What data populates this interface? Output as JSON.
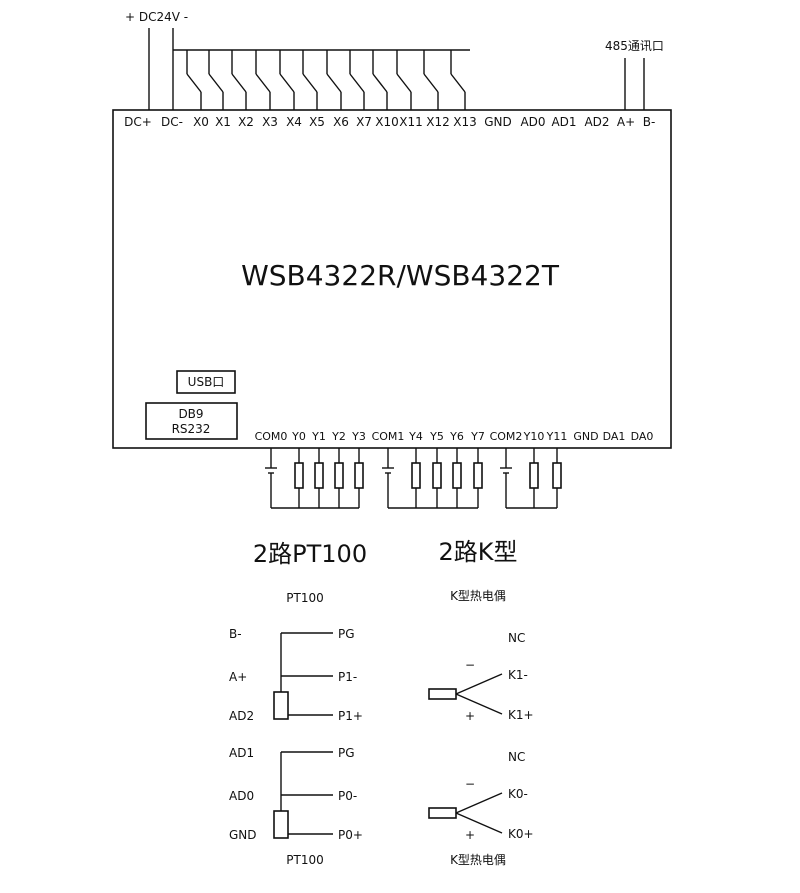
{
  "power": {
    "label": "+ DC24V -"
  },
  "comm": {
    "label": "485通讯口"
  },
  "top_terminals": [
    "DC+",
    "DC-",
    "X0",
    "X1",
    "X2",
    "X3",
    "X4",
    "X5",
    "X6",
    "X7",
    "X10",
    "X11",
    "X12",
    "X13",
    "GND",
    "AD0",
    "AD1",
    "AD2",
    "A+",
    "B-"
  ],
  "model": "WSB4322R/WSB4322T",
  "usb_label": "USB口",
  "db9": {
    "line1": "DB9",
    "line2": "RS232"
  },
  "bottom_terminals": [
    "COM0",
    "Y0",
    "Y1",
    "Y2",
    "Y3",
    "COM1",
    "Y4",
    "Y5",
    "Y6",
    "Y7",
    "COM2",
    "Y10",
    "Y11",
    "GND",
    "DA1",
    "DA0"
  ],
  "pt100": {
    "heading": "2路PT100",
    "caption_top": "PT100",
    "caption_bottom": "PT100",
    "left_labels": [
      "B-",
      "A+",
      "AD2",
      "AD1",
      "AD0",
      "GND"
    ],
    "right_labels": [
      "PG",
      "P1-",
      "P1+",
      "PG",
      "P0-",
      "P0+"
    ]
  },
  "ktype": {
    "heading": "2路K型",
    "caption_top": "K型热电偶",
    "caption_bottom": "K型热电偶",
    "labels": [
      "NC",
      "K1-",
      "K1+",
      "NC",
      "K0-",
      "K0+"
    ],
    "minus": "−",
    "plus": "+"
  }
}
